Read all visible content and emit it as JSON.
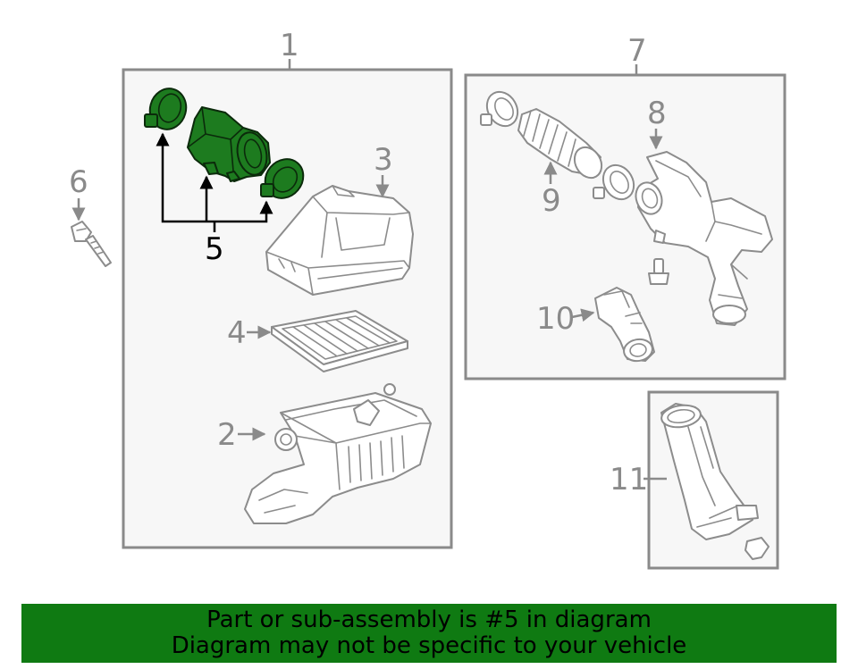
{
  "callouts": {
    "c1": "1",
    "c2": "2",
    "c3": "3",
    "c4": "4",
    "c5": "5",
    "c6": "6",
    "c7": "7",
    "c8": "8",
    "c9": "9",
    "c10": "10",
    "c11": "11"
  },
  "highlight": {
    "part_number": "5",
    "color": "#1d7b1f"
  },
  "banner": {
    "line1": "Part or sub-assembly is #5 in diagram",
    "line2": "Diagram may not be specific to your vehicle",
    "background": "#0f7a12"
  }
}
